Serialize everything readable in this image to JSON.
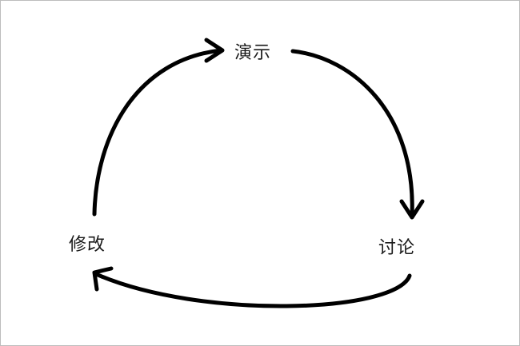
{
  "diagram": {
    "nodes": [
      {
        "id": "top",
        "label": "演示"
      },
      {
        "id": "right",
        "label": "讨论"
      },
      {
        "id": "left",
        "label": "修改"
      }
    ],
    "edges": [
      {
        "from": "top",
        "to": "right"
      },
      {
        "from": "right",
        "to": "left"
      },
      {
        "from": "left",
        "to": "top"
      }
    ],
    "colors": {
      "stroke": "#000000",
      "text": "#1a1a1a",
      "frame": "#bdbdbd"
    }
  }
}
